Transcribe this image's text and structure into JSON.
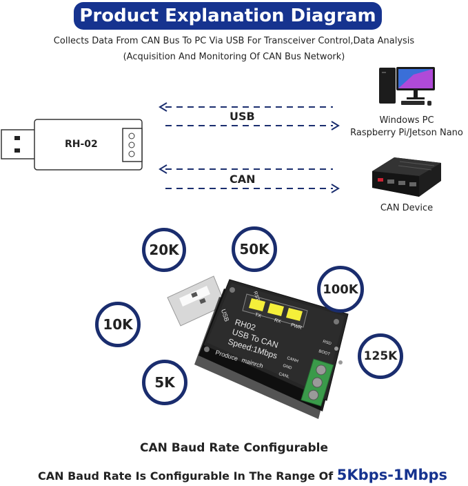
{
  "title": "Product Explanation Diagram",
  "subtitle_line1": "Collects Data From CAN Bus To PC Via USB For Transceiver Control,Data Analysis",
  "subtitle_line2": "(Acquisition And Monitoring Of CAN Bus Network)",
  "device_model": "RH-02",
  "links": {
    "usb": "USB",
    "can": "CAN"
  },
  "pc": {
    "line1": "Windows PC",
    "line2": "Raspberry Pi/Jetson Nano"
  },
  "can_device": "CAN Device",
  "baud_rates": [
    "20K",
    "50K",
    "100K",
    "10K",
    "125K",
    "5K"
  ],
  "board": {
    "usb_label": "USB",
    "line1": "RH02",
    "line2": "USB To CAN",
    "line3": "Speed:1Mbps",
    "brand": "Produce",
    "brand2": "mainrch",
    "leds": [
      "TX",
      "RX",
      "PWR"
    ],
    "rst": "RST",
    "rsd": "RSD",
    "boot": "BOOT",
    "pins": [
      "CANH",
      "GND",
      "CANL"
    ]
  },
  "footer": {
    "line1": "CAN Baud Rate Configurable",
    "line2": "CAN Baud Rate Is Configurable In The Range Of ",
    "range": "5Kbps-1Mbps"
  },
  "colors": {
    "navy": "#16338f",
    "ring": "#1a2d6e",
    "led": "#f5ef3a",
    "terminal": "#3a9a4a"
  }
}
